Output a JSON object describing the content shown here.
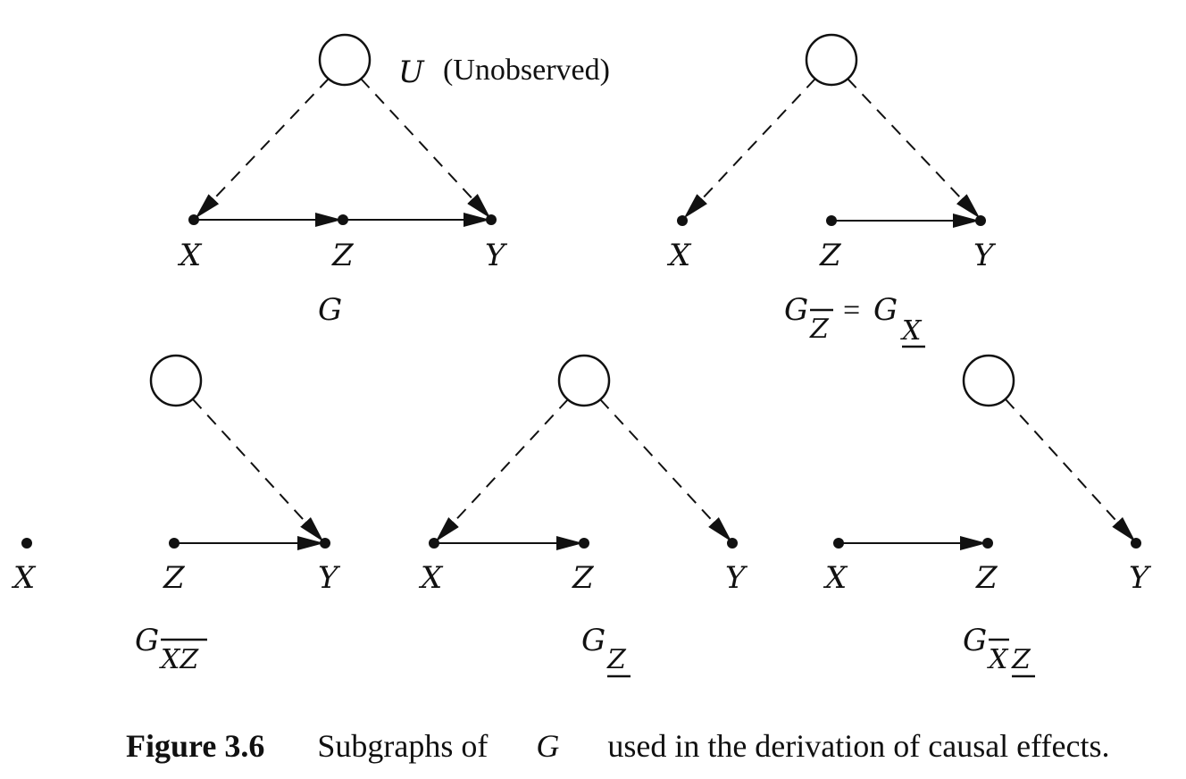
{
  "unobserved_label": "U",
  "unobserved_note": "(Unobserved)",
  "node_labels": {
    "x": "X",
    "z": "Z",
    "y": "Y"
  },
  "graphs": [
    {
      "id": "G",
      "label_base": "G",
      "label_over": "",
      "label_under": ""
    },
    {
      "id": "G_overZ_eq_G_underX",
      "label_base": "G",
      "label_over": "Z",
      "label_eq": "=",
      "label_base2": "G",
      "label_under2": "X"
    },
    {
      "id": "G_overXZ",
      "label_base": "G",
      "label_over": "XZ"
    },
    {
      "id": "G_underZ",
      "label_base": "G",
      "label_under": "Z"
    },
    {
      "id": "G_overX_underZ",
      "label_base": "G",
      "label_over": "X",
      "label_under": "Z"
    }
  ],
  "caption": {
    "number": "Figure 3.6",
    "text_a": "Subgraphs of ",
    "text_g": "G",
    "text_b": " used in the derivation of causal effects."
  }
}
